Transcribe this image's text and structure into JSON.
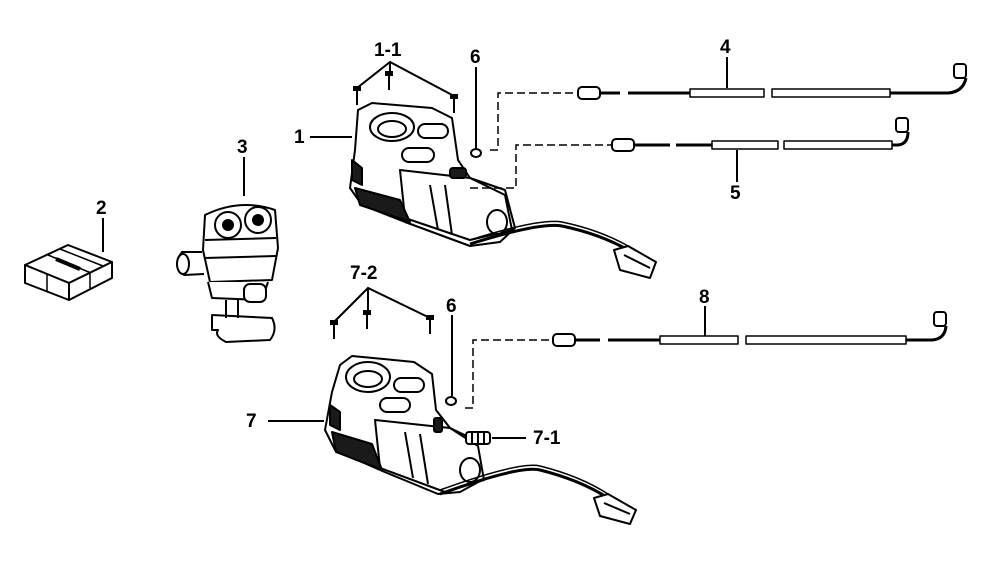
{
  "labels": {
    "p1": "1",
    "p1_1": "1-1",
    "p2": "2",
    "p3": "3",
    "p4": "4",
    "p5": "5",
    "p6_top": "6",
    "p6_bottom": "6",
    "p7": "7",
    "p7_1": "7-1",
    "p7_2": "7-2",
    "p8": "8"
  },
  "colors": {
    "line": "#000000",
    "fill": "#ffffff",
    "shade": "#1a1a1a",
    "grey": "#e6e6e6"
  }
}
